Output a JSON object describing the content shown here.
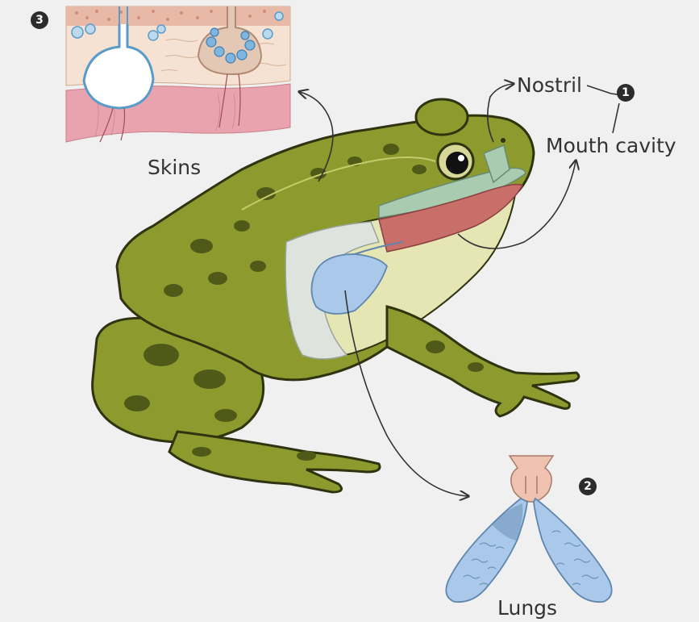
{
  "labels": {
    "nostril": "Nostril",
    "mouth_cavity": "Mouth cavity",
    "skins": "Skins",
    "lungs": "Lungs"
  },
  "badges": {
    "one": "1",
    "two": "2",
    "three": "3"
  },
  "colors": {
    "background": "#f0f0f0",
    "frog_body": "#8c9a2e",
    "frog_spots": "#4f5a18",
    "frog_belly": "#e5e6b4",
    "lung_blue": "#a9c8ea",
    "throat_pink": "#efc3b0",
    "skin_dermis": "#e9a3ae",
    "skin_epidermis": "#f3d3bf",
    "mouth_red": "#c96f6a",
    "mouth_green": "#a9cbb0"
  }
}
